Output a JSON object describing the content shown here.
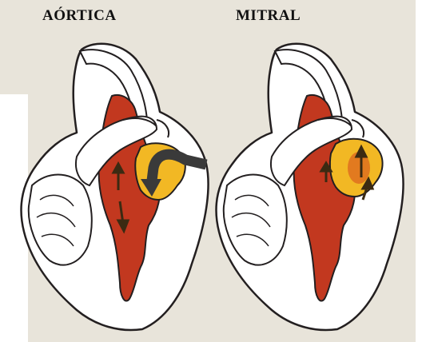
{
  "labels": {
    "aortic": "AÓRTICA",
    "mitral": "MITRAL"
  },
  "colors": {
    "background": "#e8e4da",
    "heart_outline": "#231f20",
    "heart_fill": "#ffffff",
    "ventricle_red": "#c2381f",
    "ventricle_dark": "#9e2a16",
    "atrium_yellow": "#f2b824",
    "regurgitant_jet": "#3a3a3a",
    "flow_arrow": "#3b2a12"
  },
  "icons": {
    "aortic_regurgitation_arrow": "curved-arrow",
    "mitral_regurgitation_arrows": "up-arrows",
    "flow_arrows": "double-arrow"
  }
}
